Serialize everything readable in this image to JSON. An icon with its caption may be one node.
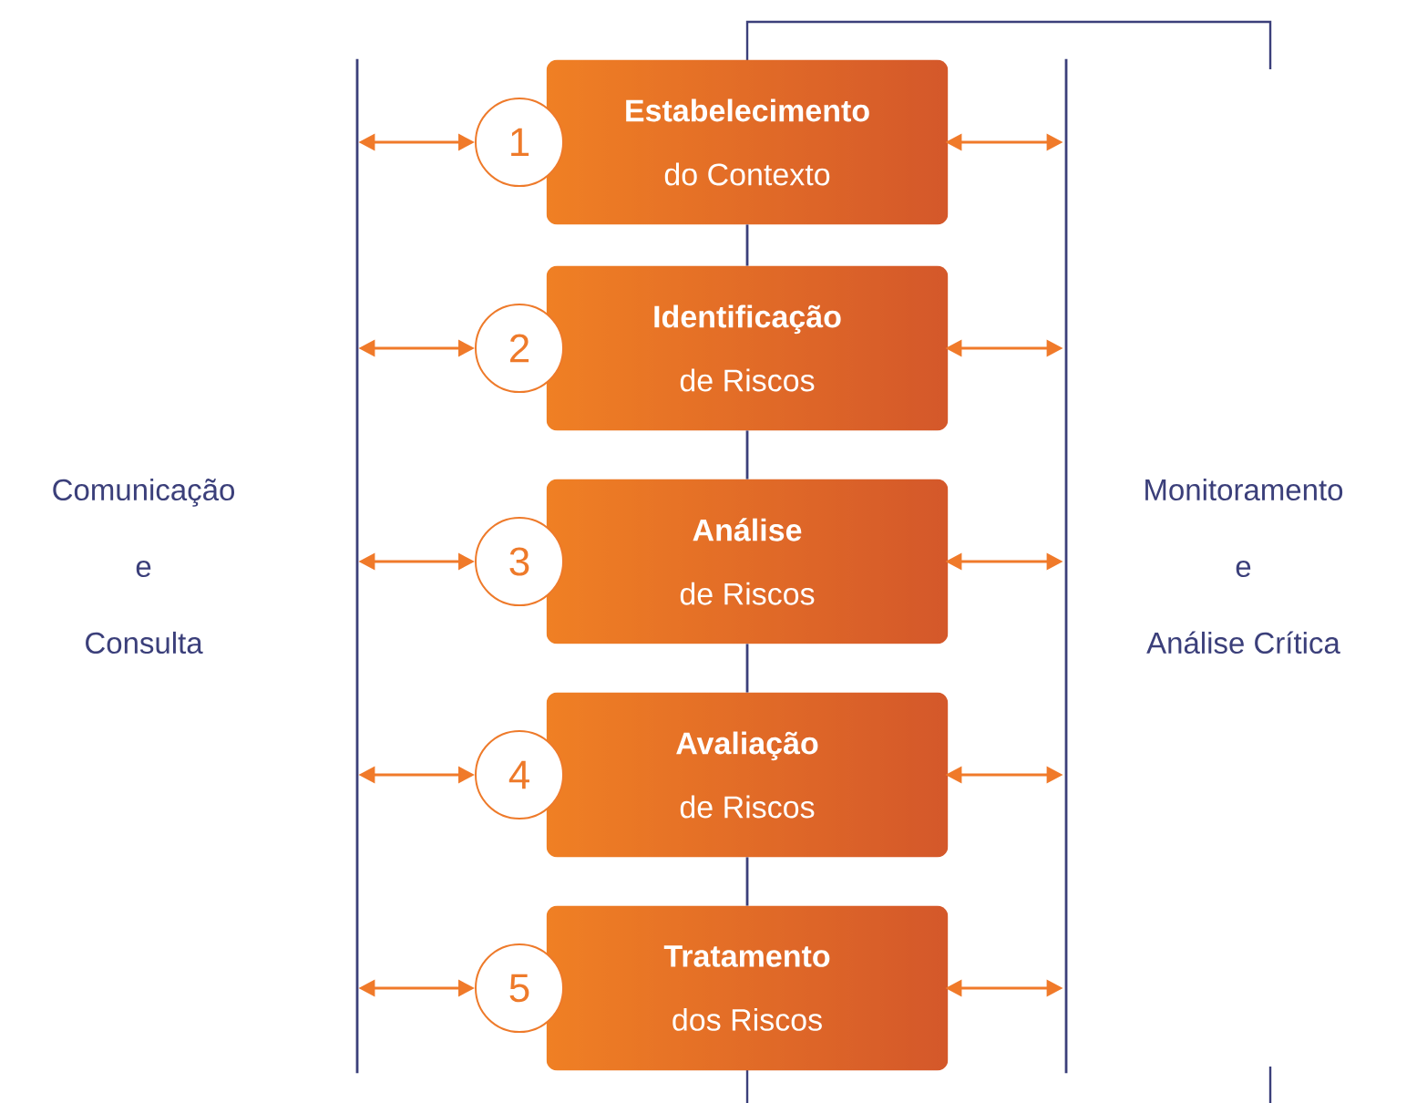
{
  "diagram": {
    "nodes": [
      {
        "text": [
          "Comunicação e Consulta"
        ]
      },
      {
        "text": [
          "Monitoramento e Análise Crítica"
        ]
      },
      {
        "text": [
          "1"
        ]
      },
      {
        "text": [
          "Estabelecimento",
          "do Contexto"
        ]
      },
      {
        "text": [
          "2"
        ]
      },
      {
        "text": [
          "Identificação",
          "de Riscos"
        ]
      },
      {
        "text": [
          "3"
        ]
      },
      {
        "text": [
          "Análise",
          "de Riscos"
        ]
      },
      {
        "text": [
          "4"
        ]
      },
      {
        "text": [
          "Avaliação",
          "de Riscos"
        ]
      },
      {
        "text": [
          "5"
        ]
      },
      {
        "text": [
          "Tratamento",
          "dos Riscos"
        ]
      }
    ],
    "edges": [
      {
        "from": 0,
        "to": 2,
        "arrow": "both"
      },
      {
        "from": 3,
        "to": 1,
        "arrow": "both"
      },
      {
        "from": 0,
        "to": 4,
        "arrow": "both"
      },
      {
        "from": 5,
        "to": 1,
        "arrow": "both"
      },
      {
        "from": 0,
        "to": 6,
        "arrow": "both"
      },
      {
        "from": 7,
        "to": 1,
        "arrow": "both"
      },
      {
        "from": 0,
        "to": 8,
        "arrow": "both"
      },
      {
        "from": 9,
        "to": 1,
        "arrow": "both"
      },
      {
        "from": 0,
        "to": 10,
        "arrow": "both"
      },
      {
        "from": 11,
        "to": 1,
        "arrow": "both"
      },
      {
        "from": 3,
        "to": 5,
        "arrow": "none",
        "color": "#3b3f7a"
      },
      {
        "from": 5,
        "to": 7,
        "arrow": "none",
        "color": "#3b3f7a"
      },
      {
        "from": 7,
        "to": 9,
        "arrow": "none",
        "color": "#3b3f7a"
      },
      {
        "from": 9,
        "to": 11,
        "arrow": "none",
        "color": "#3b3f7a"
      }
    ]
  }
}
